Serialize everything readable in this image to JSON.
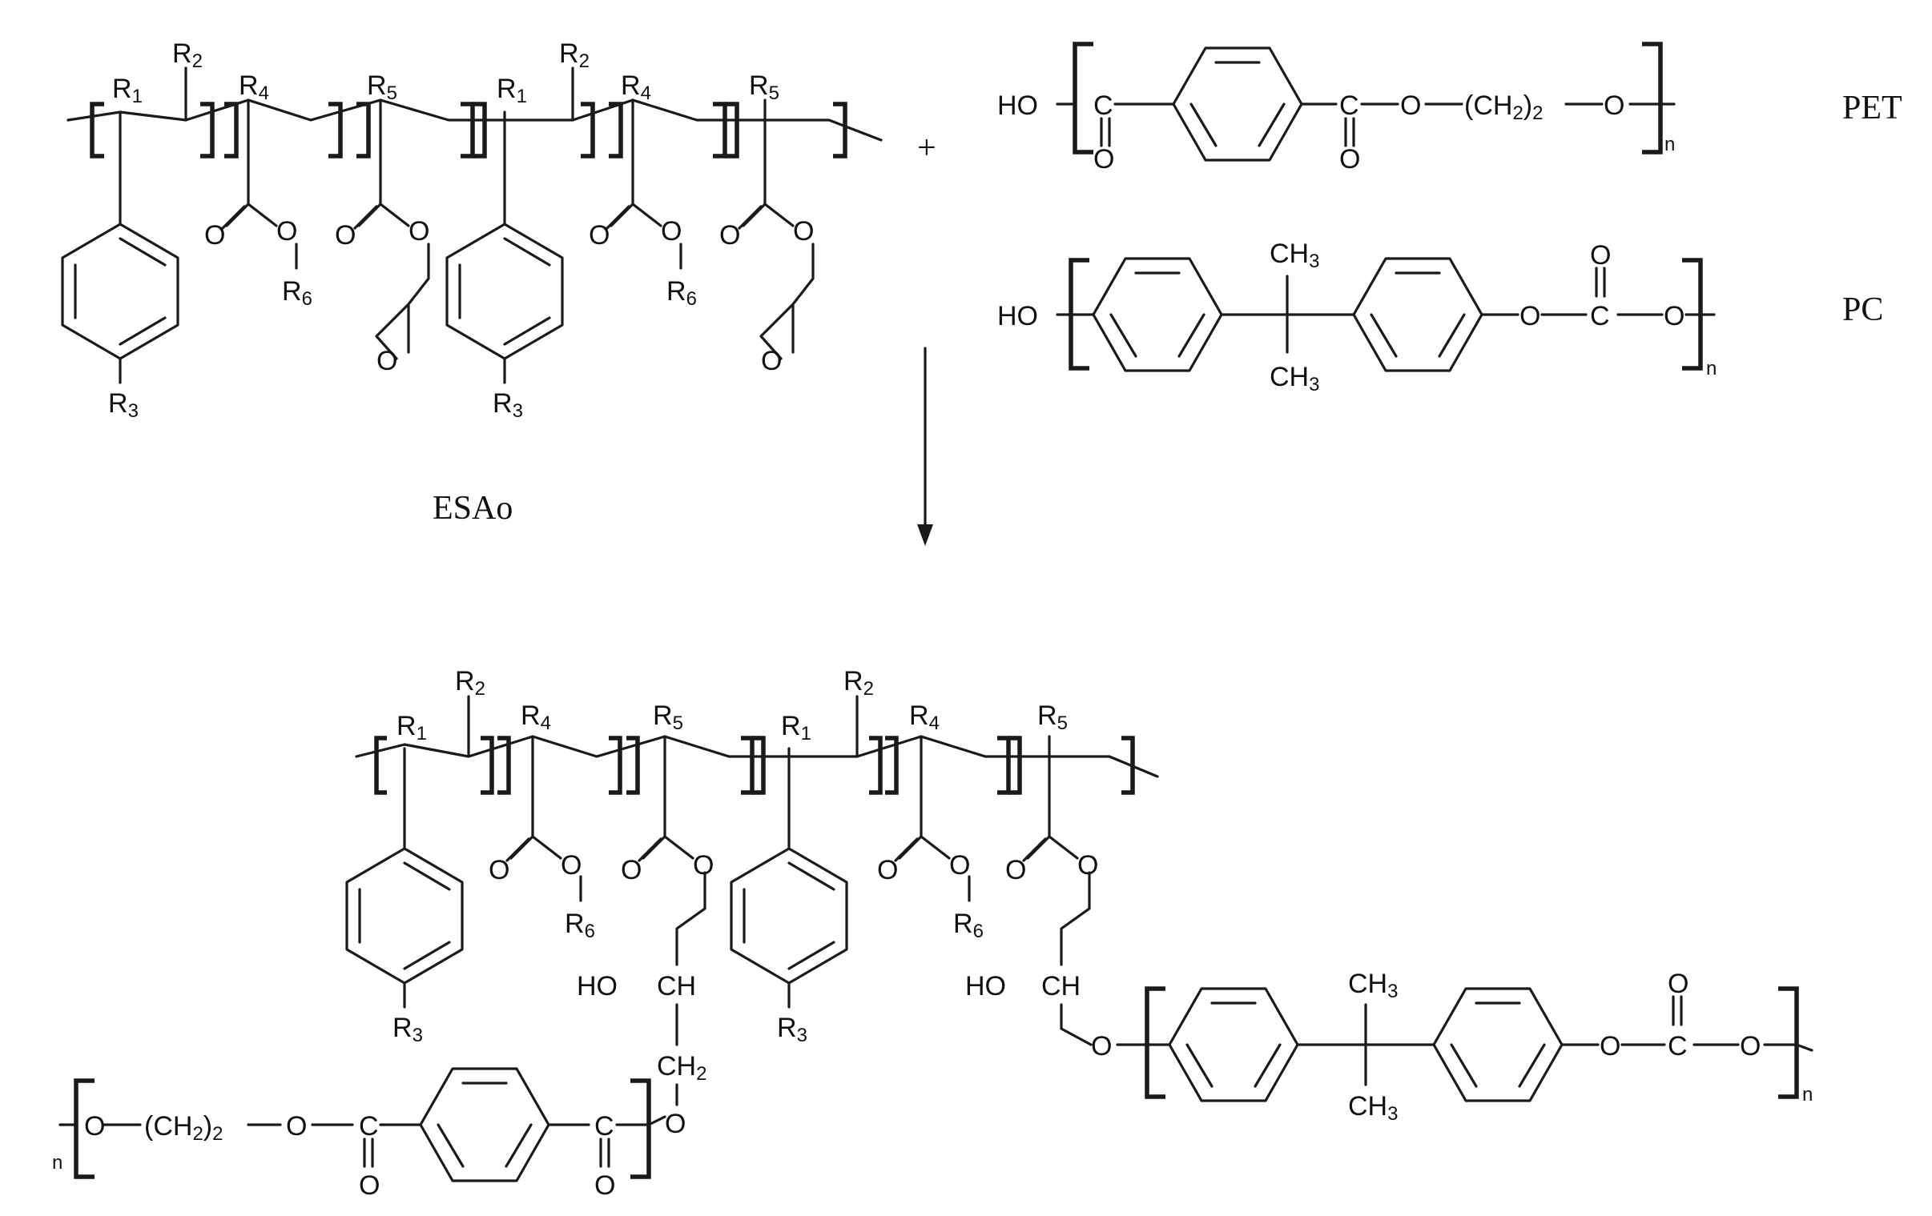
{
  "labels": {
    "esao": "ESAo",
    "pet": "PET",
    "pc": "PC",
    "plus": "+"
  },
  "groups": {
    "r1": "R1",
    "r2": "R2",
    "r3": "R3",
    "r4": "R4",
    "r5": "R5",
    "r6": "R6"
  },
  "atoms": {
    "o": "O",
    "c": "C",
    "ho": "HO",
    "ch3": "CH3",
    "ch2": "CH2",
    "ch": "CH",
    "ch2_2": "(CH2)2",
    "n": "n"
  },
  "colors": {
    "ink": "#1a1a1a",
    "background": "#ffffff"
  }
}
